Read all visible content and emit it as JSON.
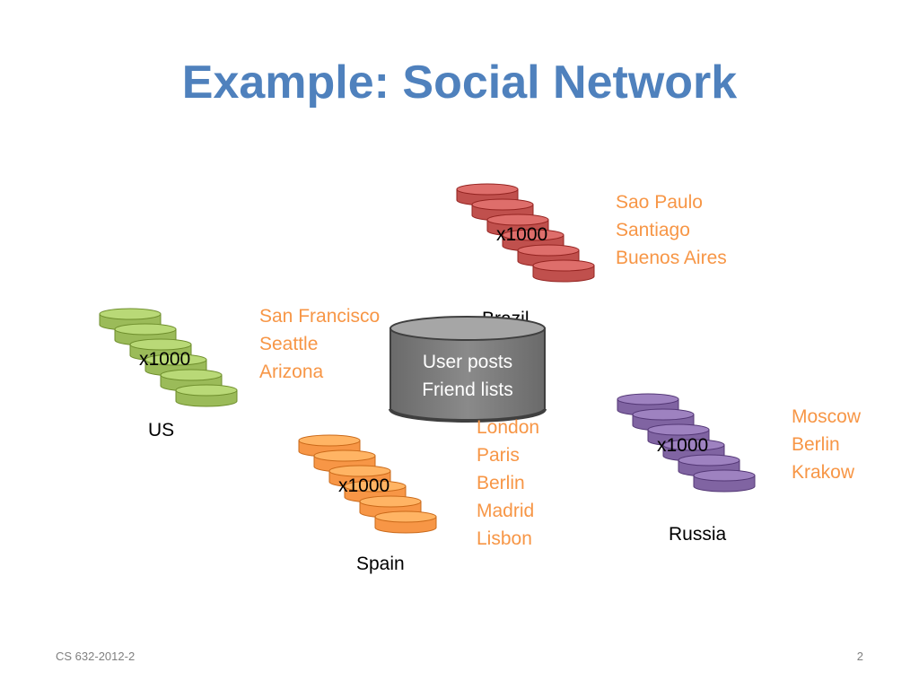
{
  "slide": {
    "title": "Example: Social Network",
    "footer_left": "CS 632-2012-2",
    "page_number": "2"
  },
  "colors": {
    "title": "#4f81bd",
    "cities_text": "#f79646",
    "brazil_cluster": "#c0504d",
    "us_cluster": "#9bbb59",
    "spain_cluster": "#f79646",
    "russia_cluster": "#8064a2",
    "central_db": "#7f7f7f"
  },
  "central_db": {
    "line1": "User posts",
    "line2": "Friend lists"
  },
  "clusters": {
    "brazil": {
      "count_label": "x1000",
      "region_label": "Brazil",
      "cities": [
        "Sao Paulo",
        "Santiago",
        "Buenos Aires"
      ]
    },
    "us": {
      "count_label": "x1000",
      "region_label": "US",
      "cities": [
        "San Francisco",
        "Seattle",
        "Arizona"
      ]
    },
    "spain": {
      "count_label": "x1000",
      "region_label": "Spain",
      "cities": [
        "London",
        "Paris",
        "Berlin",
        "Madrid",
        "Lisbon"
      ]
    },
    "russia": {
      "count_label": "x1000",
      "region_label": "Russia",
      "cities": [
        "Moscow",
        "Berlin",
        "Krakow"
      ]
    }
  }
}
